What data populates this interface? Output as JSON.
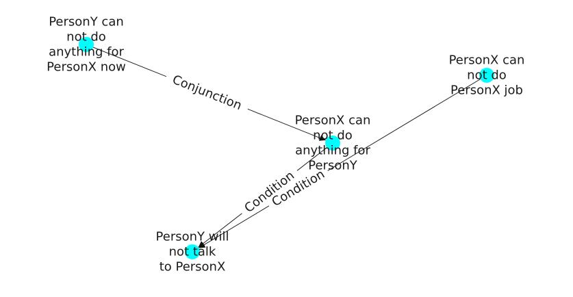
{
  "graph": {
    "node_color": "#00ffff",
    "edge_color": "#222222",
    "text_color": "#1a1a1a",
    "nodes": [
      {
        "id": "n1",
        "lines": [
          "PersonY can",
          "not do",
          "anything for",
          "PersonX now"
        ]
      },
      {
        "id": "n2",
        "lines": [
          "PersonX can",
          "not do",
          "PersonX job"
        ]
      },
      {
        "id": "n3",
        "lines": [
          "PersonX can",
          "not do",
          "anything for",
          "PersonY"
        ]
      },
      {
        "id": "n4",
        "lines": [
          "PersonY will",
          "not talk",
          "to PersonX"
        ]
      }
    ],
    "edges": [
      {
        "from": "n1",
        "to": "n3",
        "label": "Conjunction"
      },
      {
        "from": "n3",
        "to": "n4",
        "label": "Condition"
      },
      {
        "from": "n2",
        "to": "n4",
        "label": "Condition"
      }
    ]
  }
}
